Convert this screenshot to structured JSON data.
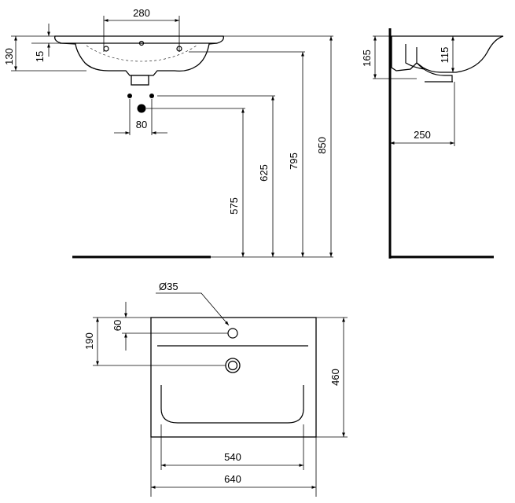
{
  "dimensions": {
    "tap_spacing": "280",
    "basin_height": "130",
    "rim_thickness": "15",
    "hole_spacing": "80",
    "waste_height": "575",
    "lower_supply_height": "625",
    "upper_supply_height": "795",
    "rim_height": "850",
    "side_height": "165",
    "side_bowl_depth": "115",
    "wall_to_waste": "250",
    "tap_hole_diameter": "Ø35",
    "tap_hole_offset": "60",
    "waste_offset": "190",
    "overall_depth": "460",
    "inner_width": "540",
    "overall_width": "640"
  }
}
